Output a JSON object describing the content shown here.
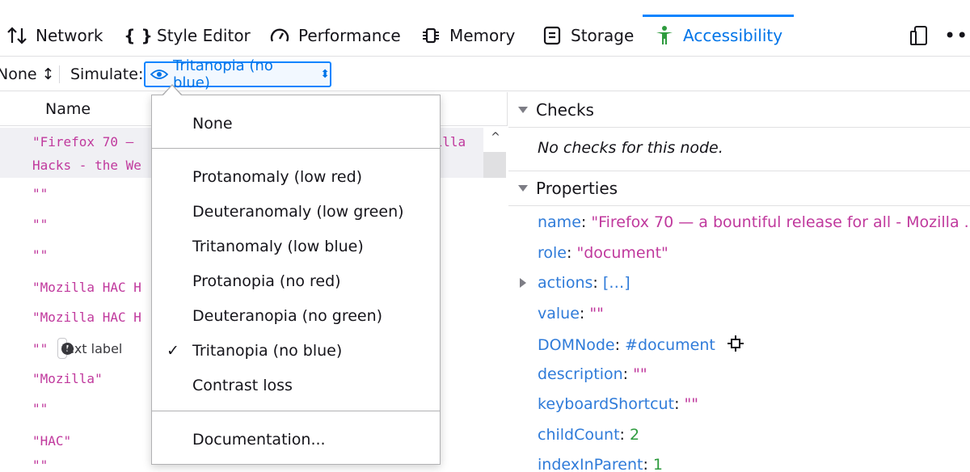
{
  "tabs": [
    {
      "label": "Network",
      "icon": "network-icon"
    },
    {
      "label": "Style Editor",
      "icon": "style-editor-icon"
    },
    {
      "label": "Performance",
      "icon": "performance-icon"
    },
    {
      "label": "Memory",
      "icon": "memory-icon"
    },
    {
      "label": "Storage",
      "icon": "storage-icon"
    },
    {
      "label": "Accessibility",
      "icon": "accessibility-icon",
      "selected": true
    }
  ],
  "toolbar": {
    "left_select": "None ↕",
    "simulate_label": "Simulate:",
    "simulate_value": "Tritanopia (no blue)"
  },
  "tree": {
    "header": "Name",
    "rows": [
      {
        "text_left": "\"Firefox 70 —",
        "text_right": "zilla",
        "line2": "Hacks - the We"
      },
      {
        "text": "\"\""
      },
      {
        "text": "\"\""
      },
      {
        "text": "\"\""
      },
      {
        "text": "\"Mozilla HAC H"
      },
      {
        "text": "\"Mozilla HAC H"
      },
      {
        "text": "\"\"",
        "badge": "text label"
      },
      {
        "text": "\"Mozilla\""
      },
      {
        "text": "\"\""
      },
      {
        "text": "\"HAC\""
      },
      {
        "text": "\"\""
      }
    ]
  },
  "menu": {
    "items": [
      {
        "label": "None",
        "checked": false
      },
      {
        "label": "Protanomaly (low red)",
        "checked": false
      },
      {
        "label": "Deuteranomaly (low green)",
        "checked": false
      },
      {
        "label": "Tritanomaly (low blue)",
        "checked": false
      },
      {
        "label": "Protanopia (no red)",
        "checked": false
      },
      {
        "label": "Deuteranopia (no green)",
        "checked": false
      },
      {
        "label": "Tritanopia (no blue)",
        "checked": true
      },
      {
        "label": "Contrast loss",
        "checked": false
      },
      {
        "label": "Documentation...",
        "checked": false
      }
    ],
    "check_mark": "✓"
  },
  "sidebar": {
    "checks_title": "Checks",
    "no_checks": "No checks for this node.",
    "properties_title": "Properties",
    "props": {
      "name_key": "name",
      "name_val": "\"Firefox 70 — a bountiful release for all - Mozilla .",
      "role_key": "role",
      "role_val": "\"document\"",
      "actions_key": "actions",
      "actions_val": "[…]",
      "value_key": "value",
      "value_val": "\"\"",
      "domnode_key": "DOMNode",
      "domnode_val": "#document",
      "description_key": "description",
      "description_val": "\"\"",
      "keyboard_key": "keyboardShortcut",
      "keyboard_val": "\"\"",
      "childcount_key": "childCount",
      "childcount_val": "2",
      "index_key": "indexInParent",
      "index_val": "1"
    }
  },
  "colors": {
    "accent": "#0a84ff",
    "string": "#c0399d",
    "key": "#2f7bd9",
    "number": "#2e9b3e"
  }
}
